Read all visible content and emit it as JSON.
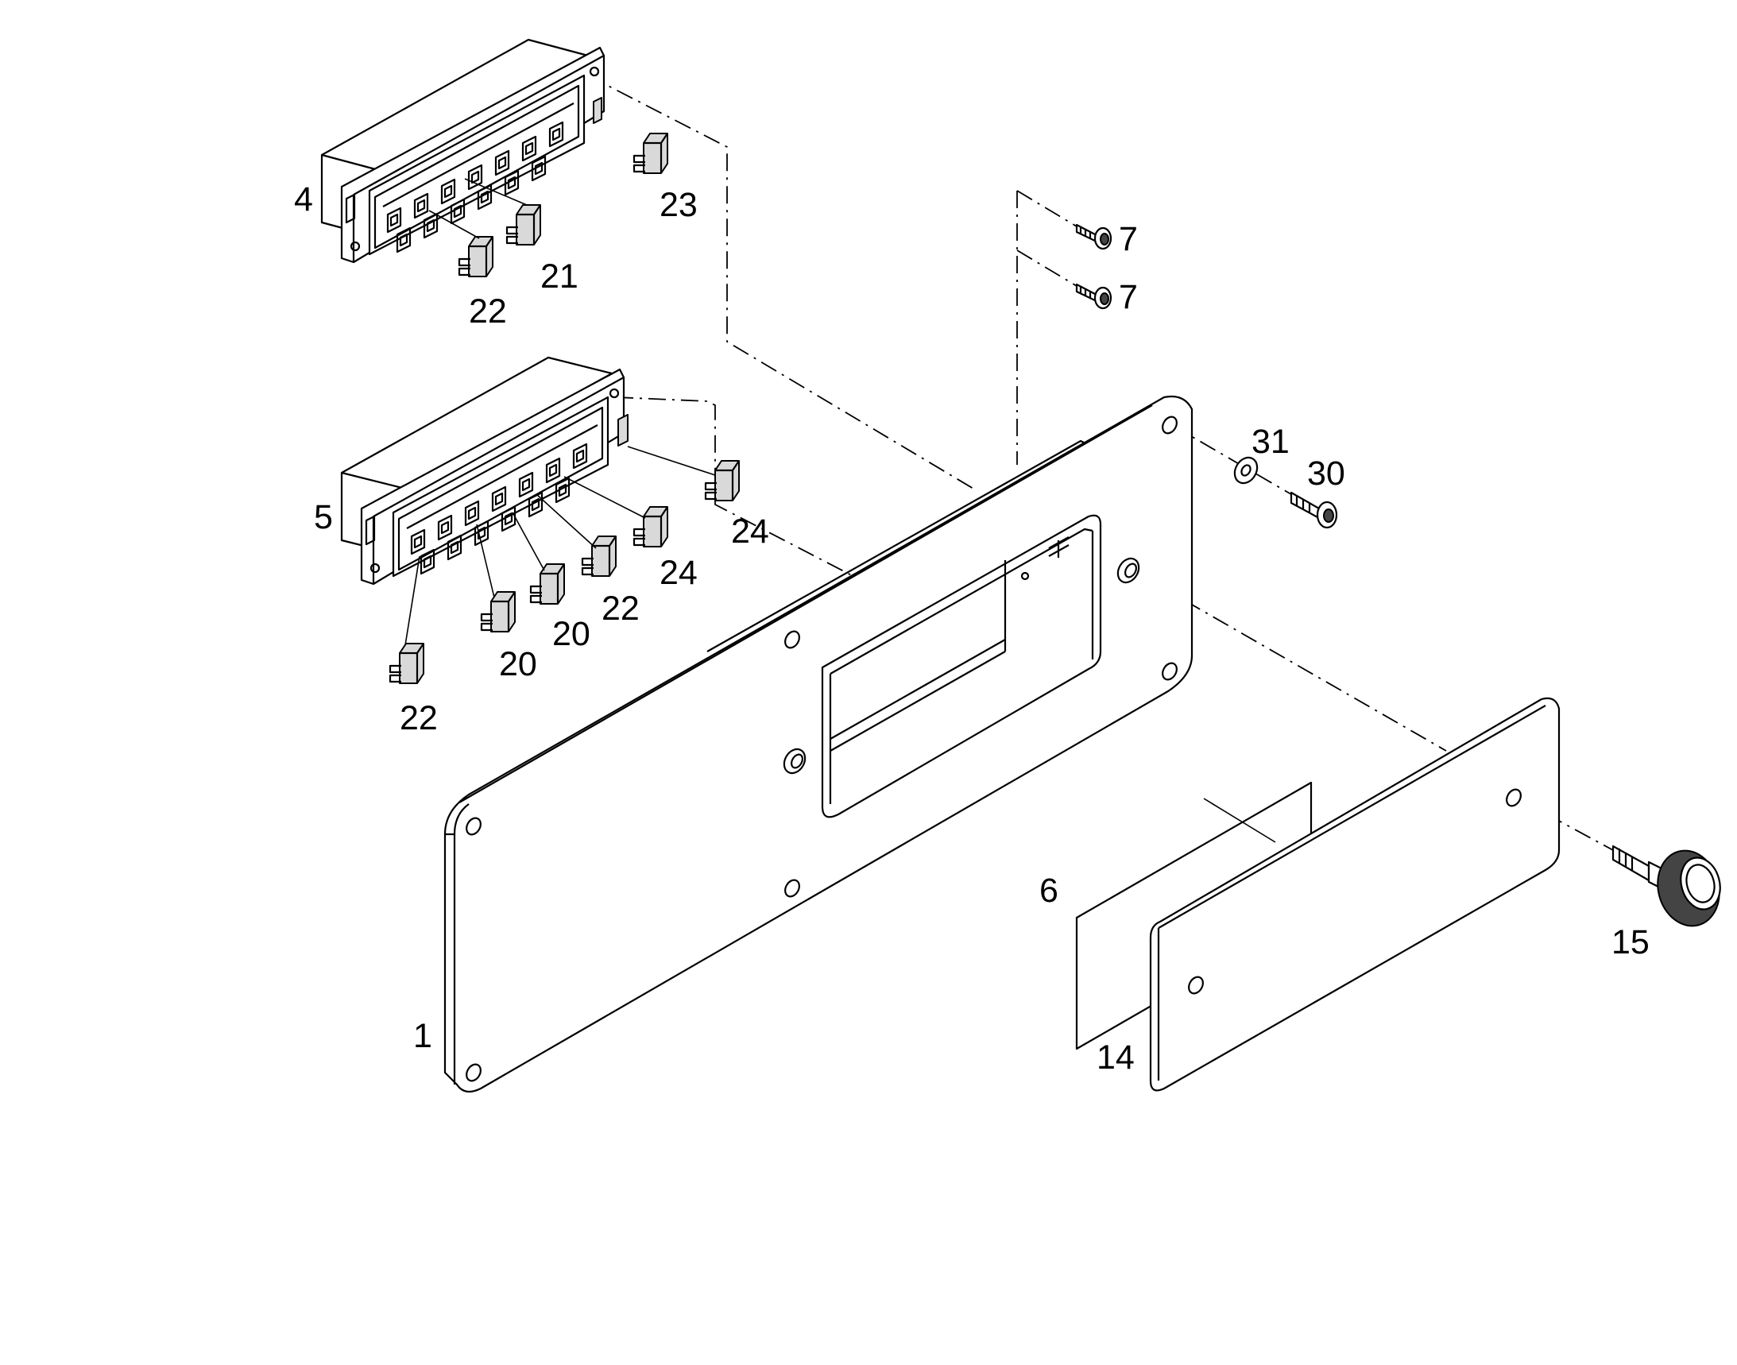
{
  "labels": {
    "p1": "1",
    "p4": "4",
    "p5": "5",
    "p6": "6",
    "p7a": "7",
    "p7b": "7",
    "p14": "14",
    "p15": "15",
    "p20a": "20",
    "p20b": "20",
    "p21": "21",
    "p22a": "22",
    "p22b": "22",
    "p22c": "22",
    "p23": "23",
    "p24a": "24",
    "p24b": "24",
    "p30": "30",
    "p31": "31"
  },
  "colors": {
    "line": "#000000",
    "fill_light": "#d9d9d9",
    "fill_dark": "#444444",
    "background": "#ffffff"
  }
}
